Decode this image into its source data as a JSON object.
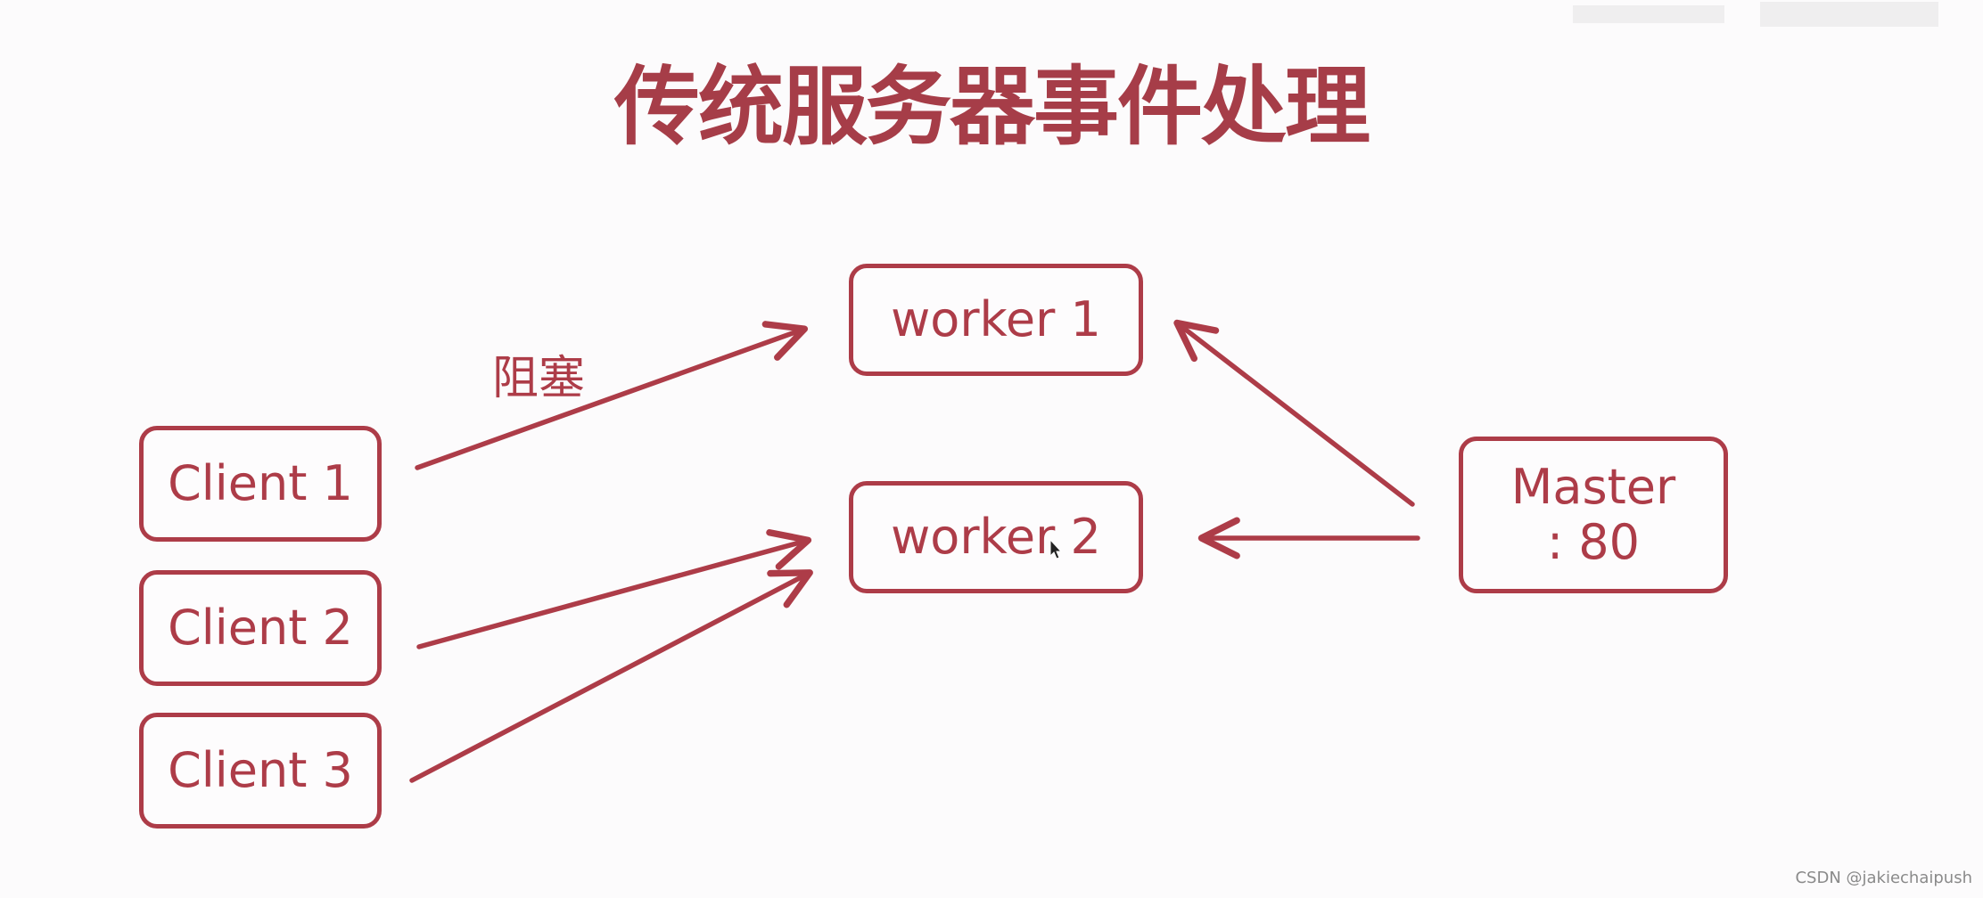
{
  "title": "传统服务器事件处理",
  "label_blocking": "阻塞",
  "nodes": {
    "client1": "Client 1",
    "client2": "Client 2",
    "client3": "Client 3",
    "worker1": "worker 1",
    "worker2": "worker 2",
    "master_line1": "Master",
    "master_line2": ": 80"
  },
  "watermark": "CSDN @jakiechaipush",
  "colors": {
    "accent": "#ad3c48",
    "background": "#fcfbfc"
  }
}
